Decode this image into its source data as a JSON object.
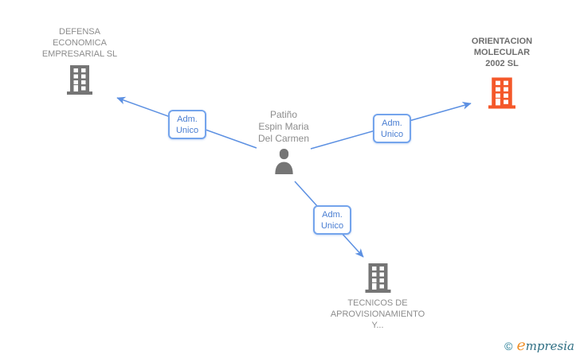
{
  "colors": {
    "edge_blue": "#5C90E2",
    "label_border": "#74A4EC",
    "label_text": "#4A7ED2",
    "node_gray": "#757575",
    "node_orange": "#F4582A",
    "text_gray": "#8C8C8C",
    "text_bold_gray": "#6E6E6E",
    "logo_teal": "#1F7A93",
    "logo_orange": "#F0922C",
    "logo_dark": "#2F6F84"
  },
  "person": {
    "name": "Patiño\nEspin Maria\nDel Carmen"
  },
  "companies": [
    {
      "name": "DEFENSA\nECONOMICA\nEMPRESARIAL SL"
    },
    {
      "name": "ORIENTACION\nMOLECULAR\n2002 SL"
    },
    {
      "name": "TECNICOS DE\nAPROVISIONAMIENTO\nY..."
    }
  ],
  "edges": [
    {
      "label": "Adm.\nUnico"
    },
    {
      "label": "Adm.\nUnico"
    },
    {
      "label": "Adm.\nUnico"
    }
  ],
  "watermark": {
    "copyright": "©",
    "brand_initial": "e",
    "brand_rest": "mpresia"
  }
}
